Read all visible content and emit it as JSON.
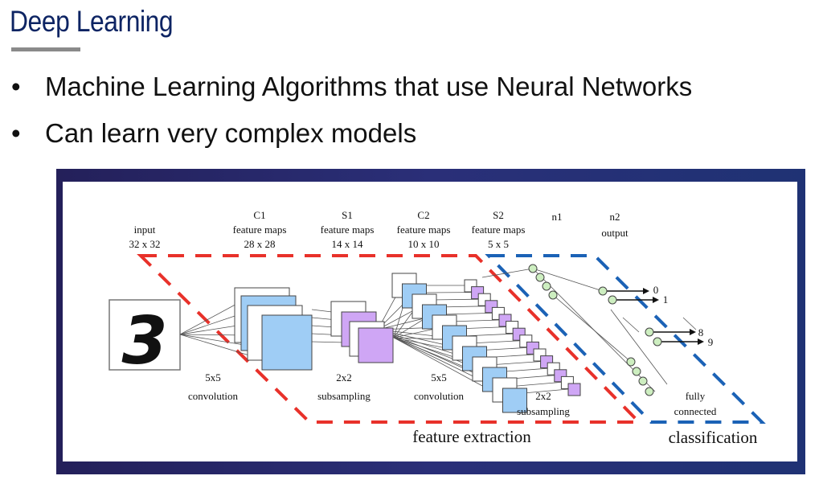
{
  "slide": {
    "title": "Deep Learning",
    "bullets": [
      "Machine Learning Algorithms that use Neural Networks",
      "Can learn very complex models"
    ]
  },
  "diagram": {
    "input_digit": "3",
    "layers": [
      {
        "name": "input",
        "size": "32 x 32"
      },
      {
        "name": "C1",
        "desc": "feature maps",
        "size": "28 x 28"
      },
      {
        "name": "S1",
        "desc": "feature maps",
        "size": "14 x 14"
      },
      {
        "name": "C2",
        "desc": "feature maps",
        "size": "10 x 10"
      },
      {
        "name": "S2",
        "desc": "feature maps",
        "size": "5 x 5"
      },
      {
        "name": "n1"
      },
      {
        "name": "n2",
        "desc": "output"
      }
    ],
    "operations": [
      {
        "top": "5x5",
        "bottom": "convolution"
      },
      {
        "top": "2x2",
        "bottom": "subsampling"
      },
      {
        "top": "5x5",
        "bottom": "convolution"
      },
      {
        "top": "2x2",
        "bottom": "subsampling"
      },
      {
        "top": "fully",
        "bottom": "connected"
      }
    ],
    "outputs": [
      "0",
      "1",
      "8",
      "9"
    ],
    "section_labels": {
      "feature": "feature extraction",
      "classification": "classification"
    },
    "colors": {
      "red": "#e8312a",
      "blue": "#1b62b6",
      "conv": "#9fcdf5",
      "pool": "#cfa6f5",
      "neuron": "#cdeec0"
    }
  }
}
